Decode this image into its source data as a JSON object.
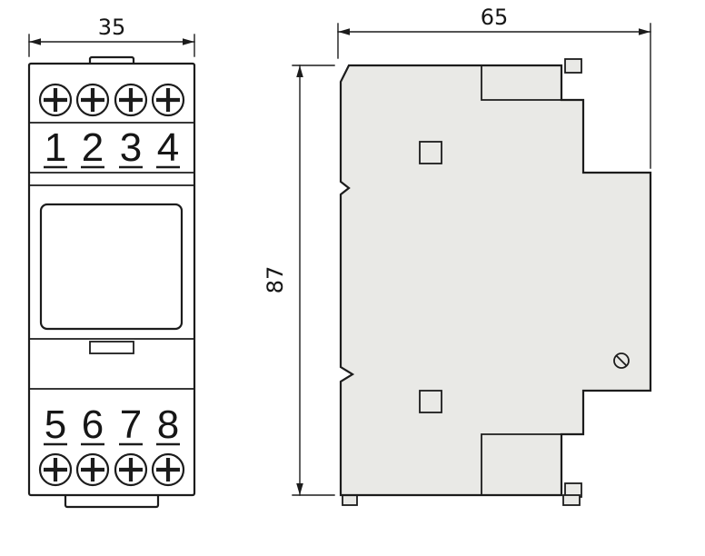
{
  "drawing": {
    "front_view": {
      "width_dim": "35",
      "top_terminals": [
        "1",
        "2",
        "3",
        "4"
      ],
      "bottom_terminals": [
        "5",
        "6",
        "7",
        "8"
      ]
    },
    "side_view": {
      "width_dim": "65",
      "height_dim": "87"
    },
    "colors": {
      "line": "#1c1c1c",
      "side_body_fill": "#e9e9e6",
      "background": "#ffffff"
    }
  }
}
